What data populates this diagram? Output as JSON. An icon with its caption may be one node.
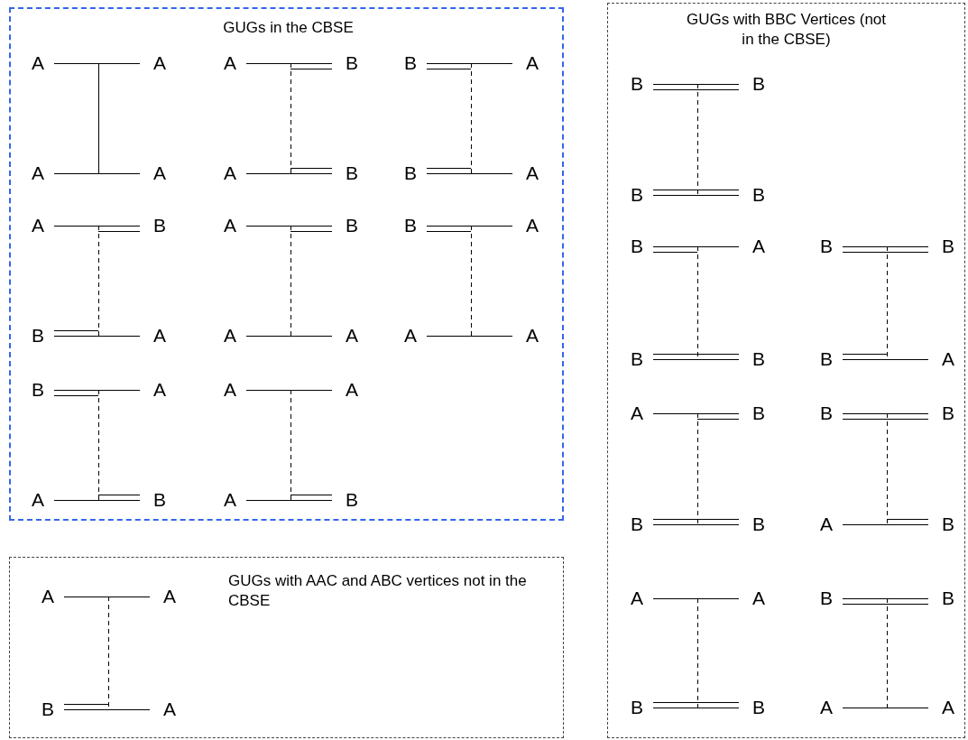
{
  "diagram": {
    "nodes": [
      {
        "text": [
          "GUGs in the CBSE"
        ]
      },
      {
        "text": [
          "GUGs with BBC Vertices (not in the CBSE)"
        ]
      },
      {
        "text": [
          "GUGs with AAC and ABC vertices not in the CBSE"
        ]
      }
    ],
    "labels": [
      "A",
      "A",
      "A",
      "A",
      "A",
      "B",
      "A",
      "B",
      "B",
      "A",
      "B",
      "A",
      "A",
      "B",
      "B",
      "A",
      "A",
      "B",
      "A",
      "A",
      "B",
      "A",
      "A",
      "A",
      "B",
      "A",
      "A",
      "B",
      "A",
      "A",
      "A",
      "B",
      "B",
      "B",
      "B",
      "B",
      "B",
      "A",
      "B",
      "B",
      "B",
      "B",
      "B",
      "A",
      "A",
      "B",
      "B",
      "B",
      "B",
      "B",
      "A",
      "B",
      "A",
      "A",
      "B",
      "B",
      "B",
      "B",
      "A",
      "A",
      "A",
      "A",
      "B",
      "A"
    ]
  }
}
